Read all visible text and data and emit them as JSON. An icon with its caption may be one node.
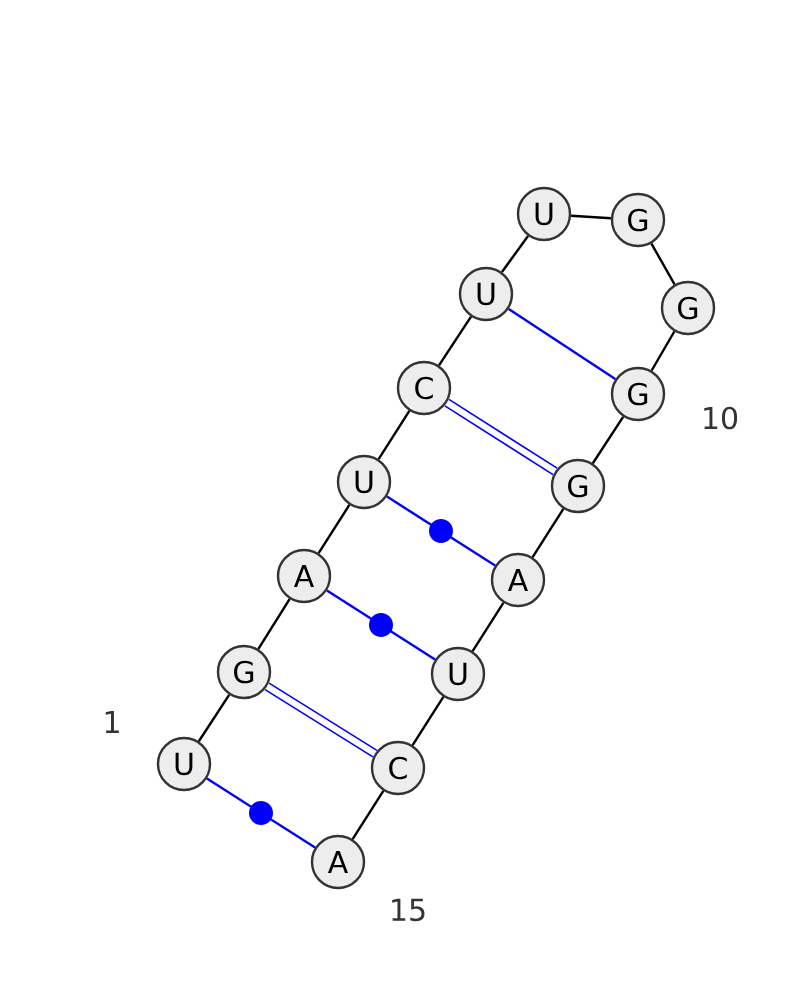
{
  "diagram": {
    "nodes": [
      {
        "text": [
          "U"
        ]
      },
      {
        "text": [
          "G"
        ]
      },
      {
        "text": [
          "A"
        ]
      },
      {
        "text": [
          "U"
        ]
      },
      {
        "text": [
          "C"
        ]
      },
      {
        "text": [
          "U"
        ]
      },
      {
        "text": [
          "U"
        ]
      },
      {
        "text": [
          "G"
        ]
      },
      {
        "text": [
          "G"
        ]
      },
      {
        "text": [
          "G"
        ]
      },
      {
        "text": [
          "G"
        ]
      },
      {
        "text": [
          "A"
        ]
      },
      {
        "text": [
          "U"
        ]
      },
      {
        "text": [
          "C"
        ]
      },
      {
        "text": [
          "A"
        ]
      }
    ],
    "edges": [
      {
        "from": 0,
        "to": 1,
        "arrow": "none"
      },
      {
        "from": 1,
        "to": 2,
        "arrow": "none"
      },
      {
        "from": 2,
        "to": 3,
        "arrow": "none"
      },
      {
        "from": 3,
        "to": 4,
        "arrow": "none"
      },
      {
        "from": 4,
        "to": 5,
        "arrow": "none"
      },
      {
        "from": 5,
        "to": 6,
        "arrow": "none"
      },
      {
        "from": 6,
        "to": 7,
        "arrow": "none"
      },
      {
        "from": 7,
        "to": 8,
        "arrow": "none"
      },
      {
        "from": 8,
        "to": 9,
        "arrow": "none"
      },
      {
        "from": 9,
        "to": 10,
        "arrow": "none"
      },
      {
        "from": 10,
        "to": 11,
        "arrow": "none"
      },
      {
        "from": 11,
        "to": 12,
        "arrow": "none"
      },
      {
        "from": 12,
        "to": 13,
        "arrow": "none"
      },
      {
        "from": 13,
        "to": 14,
        "arrow": "none"
      },
      {
        "from": 0,
        "to": 14,
        "arrow": "none",
        "color": "#0000ff"
      },
      {
        "from": 1,
        "to": 13,
        "arrow": "none",
        "style": "thick",
        "color": "#0000ff"
      },
      {
        "from": 2,
        "to": 12,
        "arrow": "none",
        "color": "#0000ff"
      },
      {
        "from": 3,
        "to": 11,
        "arrow": "none",
        "color": "#0000ff"
      },
      {
        "from": 4,
        "to": 10,
        "arrow": "none",
        "style": "thick",
        "color": "#0000ff"
      },
      {
        "from": 5,
        "to": 9,
        "arrow": "none",
        "color": "#0000ff"
      }
    ],
    "labels": [
      "1",
      "10",
      "15"
    ]
  }
}
